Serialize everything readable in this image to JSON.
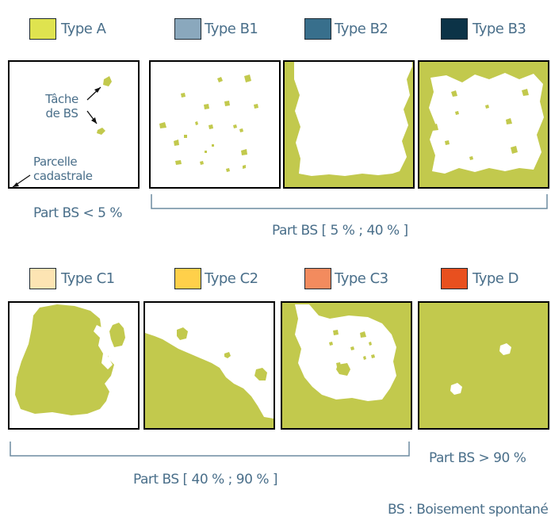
{
  "legend": [
    {
      "label": "Type A",
      "color": "#dfe34f"
    },
    {
      "label": "Type B1",
      "color": "#8aa8bd"
    },
    {
      "label": "Type B2",
      "color": "#386f8c"
    },
    {
      "label": "Type B3",
      "color": "#0c3347"
    },
    {
      "label": "Type C1",
      "color": "#fde4b3"
    },
    {
      "label": "Type C2",
      "color": "#ffd04a"
    },
    {
      "label": "Type C3",
      "color": "#f38b5e"
    },
    {
      "label": "Type D",
      "color": "#e8501f"
    }
  ],
  "annotations": {
    "patch_label": "Tâche\nde BS",
    "parcel_label": "Parcelle\ncadastrale"
  },
  "captions": {
    "part_a": "Part BS < 5 %",
    "part_b": "Part BS [ 5 % ; 40 % ]",
    "part_c": "Part BS [ 40 % ; 90 % ]",
    "part_d": "Part BS > 90 %",
    "footnote": "BS : Boisement spontané"
  },
  "colors": {
    "forest": "#c2c94d",
    "frame": "#000000",
    "text": "#4a6f8a",
    "bracket": "#6d8ba0"
  }
}
